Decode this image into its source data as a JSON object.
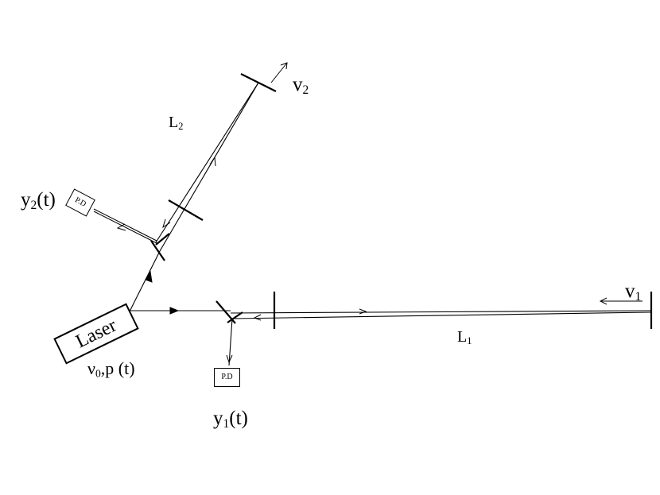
{
  "labels": {
    "laser": "Laser",
    "pd_upper": "P.D",
    "pd_lower": "P.D",
    "y2_main": "y",
    "y2_sub": "2",
    "y2_tail": "(t)",
    "y1_main": "y",
    "y1_sub": "1",
    "y1_tail": "(t)",
    "v2_main": "v",
    "v2_sub": "2",
    "v1_main": "v",
    "v1_sub": "1",
    "L2_main": "L",
    "L2_sub": "2",
    "L1_main": "L",
    "L1_sub": "1",
    "nu0_main": "ν",
    "nu0_sub": "0",
    "nu0_tail": ",p (t)"
  }
}
